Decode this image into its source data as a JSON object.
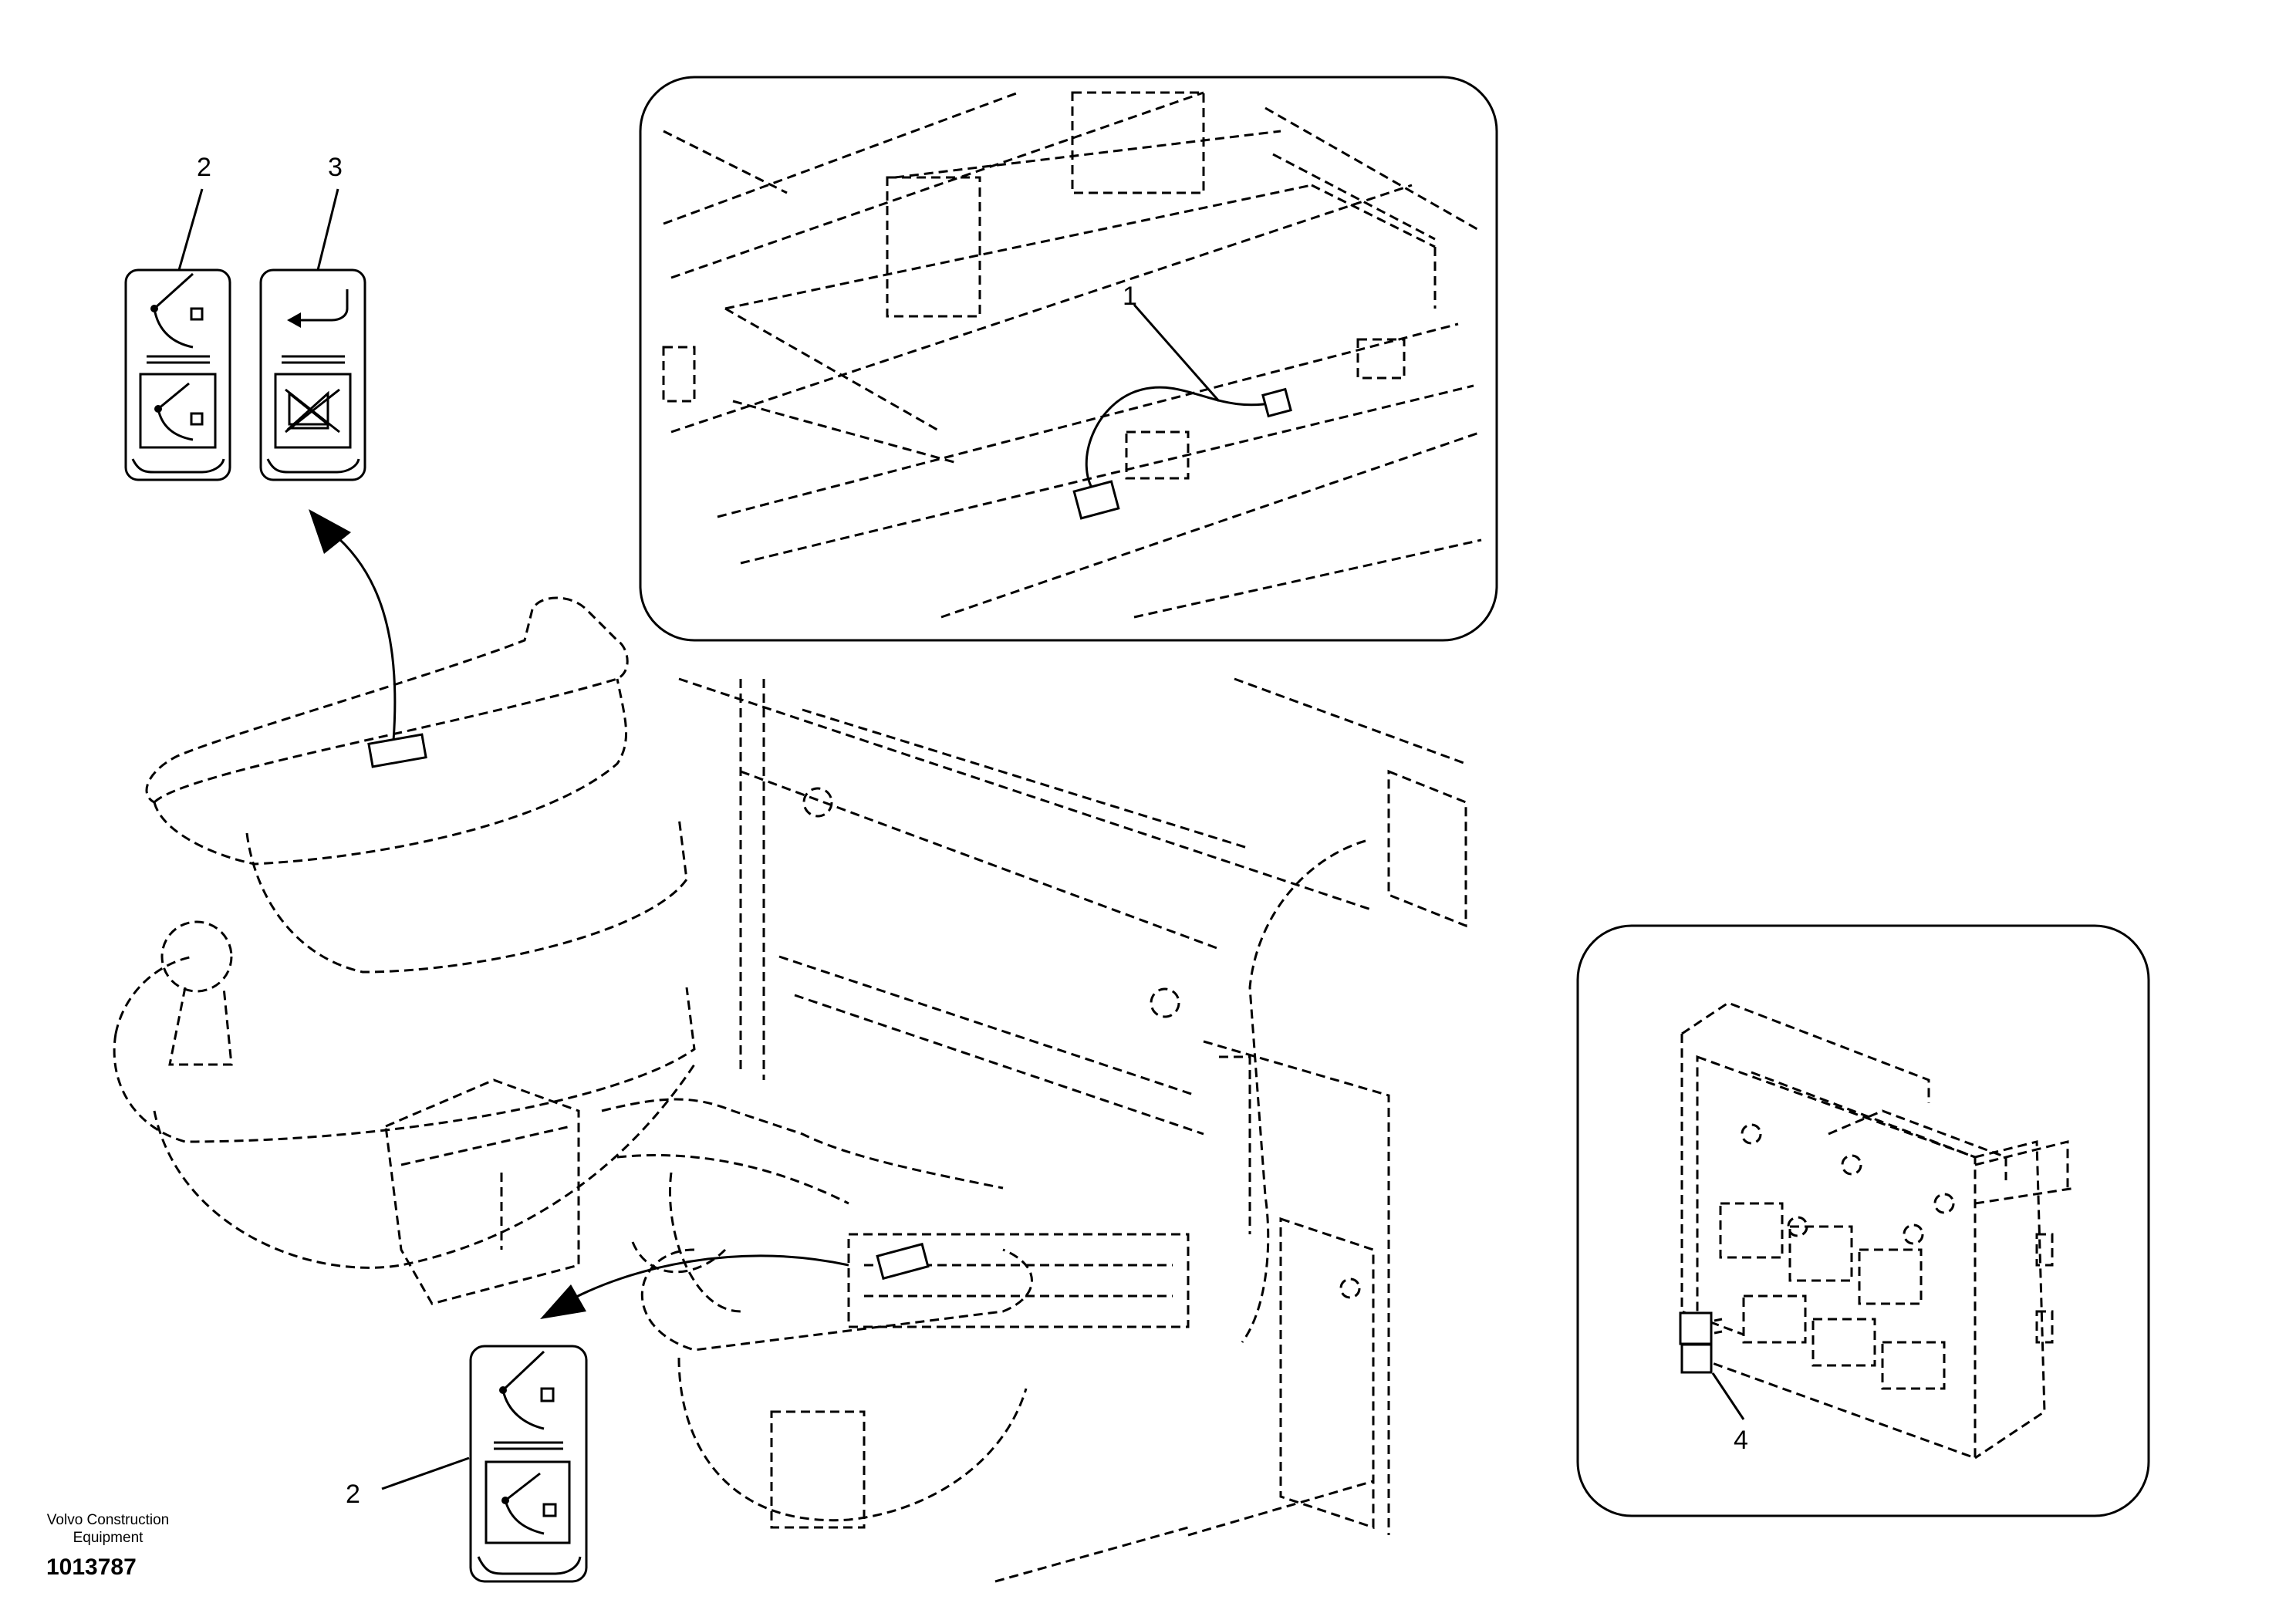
{
  "callouts": {
    "c1": "1",
    "c2_top": "2",
    "c3": "3",
    "c2_bottom": "2",
    "c4": "4"
  },
  "footer": {
    "brand_line_1": "Volvo Construction",
    "brand_line_2": "Equipment",
    "doc_number": "1013787"
  },
  "icons": [
    "lever-lock-icon",
    "lever-unlock-icon",
    "return-arrow-icon",
    "alarm-mute-icon",
    "connector-icon",
    "relay-icon"
  ],
  "colors": {
    "ink": "#000000",
    "paper": "#ffffff"
  }
}
